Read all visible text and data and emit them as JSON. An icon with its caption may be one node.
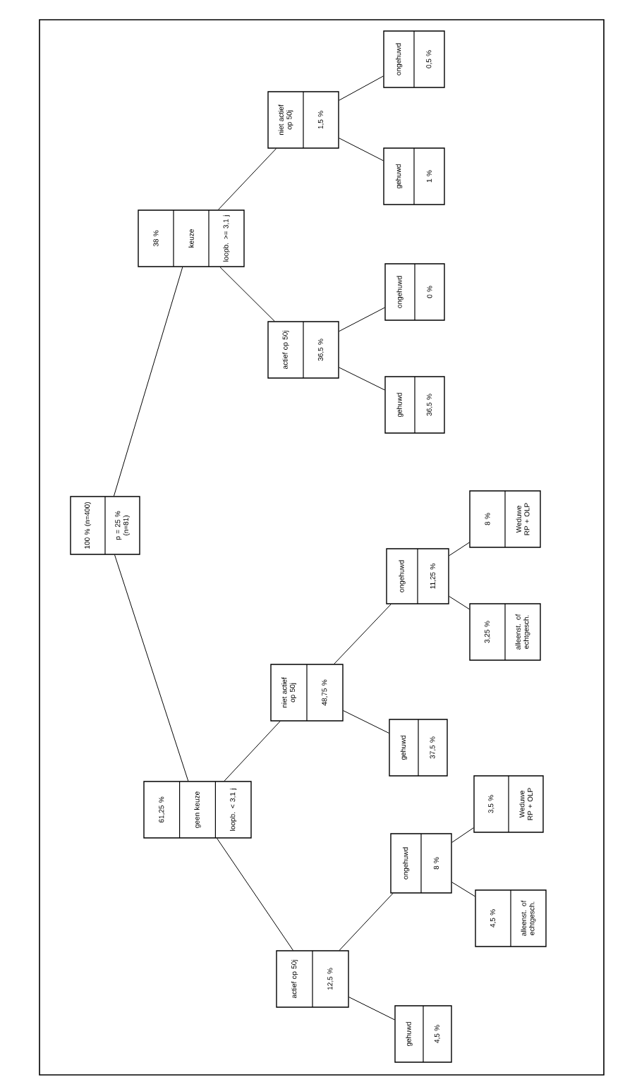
{
  "diagram": {
    "nodes": [
      {
        "text": [
          "100 % (n=400)",
          "p = 25 % (n=81)"
        ]
      },
      {
        "text": [
          "38 %",
          "keuze",
          "loopb. >= 3,1 j"
        ]
      },
      {
        "text": [
          "niet actief op 50j",
          "1,5 %"
        ]
      },
      {
        "text": [
          "ongehuwd",
          "0,5 %"
        ]
      },
      {
        "text": [
          "gehuwd",
          "1 %"
        ]
      },
      {
        "text": [
          "actief op 50j",
          "36,5 %"
        ]
      },
      {
        "text": [
          "ongehuwd",
          "0 %"
        ]
      },
      {
        "text": [
          "gehuwd",
          "36,5 %"
        ]
      },
      {
        "text": [
          "61,25 %",
          "geen keuze",
          "loopb. < 3,1 j"
        ]
      },
      {
        "text": [
          "niet actief op 50j",
          "48,75 %"
        ]
      },
      {
        "text": [
          "gehuwd",
          "37,5 %"
        ]
      },
      {
        "text": [
          "ongehuwd",
          "11,25 %"
        ]
      },
      {
        "text": [
          "8 %",
          "Weduwe RP + OLP"
        ]
      },
      {
        "text": [
          "3,25 %",
          "alleenst. of echtgesch."
        ]
      },
      {
        "text": [
          "actief op 50j",
          "12,5 %"
        ]
      },
      {
        "text": [
          "ongehuwd",
          "8 %"
        ]
      },
      {
        "text": [
          "3,5 %",
          "Weduwe RP + OLP"
        ]
      },
      {
        "text": [
          "4,5 %",
          "alleenst. of echtgesch."
        ]
      },
      {
        "text": [
          "gehuwd",
          "4,5 %"
        ]
      }
    ],
    "edges": [
      {
        "from": 0,
        "to": 1,
        "arrow": "none"
      },
      {
        "from": 1,
        "to": 2,
        "arrow": "none"
      },
      {
        "from": 2,
        "to": 3,
        "arrow": "none"
      },
      {
        "from": 2,
        "to": 4,
        "arrow": "none"
      },
      {
        "from": 1,
        "to": 5,
        "arrow": "none"
      },
      {
        "from": 5,
        "to": 6,
        "arrow": "none"
      },
      {
        "from": 5,
        "to": 7,
        "arrow": "none"
      },
      {
        "from": 0,
        "to": 8,
        "arrow": "none"
      },
      {
        "from": 8,
        "to": 9,
        "arrow": "none"
      },
      {
        "from": 9,
        "to": 10,
        "arrow": "none"
      },
      {
        "from": 9,
        "to": 11,
        "arrow": "none"
      },
      {
        "from": 11,
        "to": 12,
        "arrow": "none"
      },
      {
        "from": 11,
        "to": 13,
        "arrow": "none"
      },
      {
        "from": 8,
        "to": 14,
        "arrow": "none"
      },
      {
        "from": 14,
        "to": 15,
        "arrow": "none"
      },
      {
        "from": 15,
        "to": 16,
        "arrow": "none"
      },
      {
        "from": 15,
        "to": 17,
        "arrow": "none"
      },
      {
        "from": 14,
        "to": 18,
        "arrow": "none"
      }
    ]
  }
}
